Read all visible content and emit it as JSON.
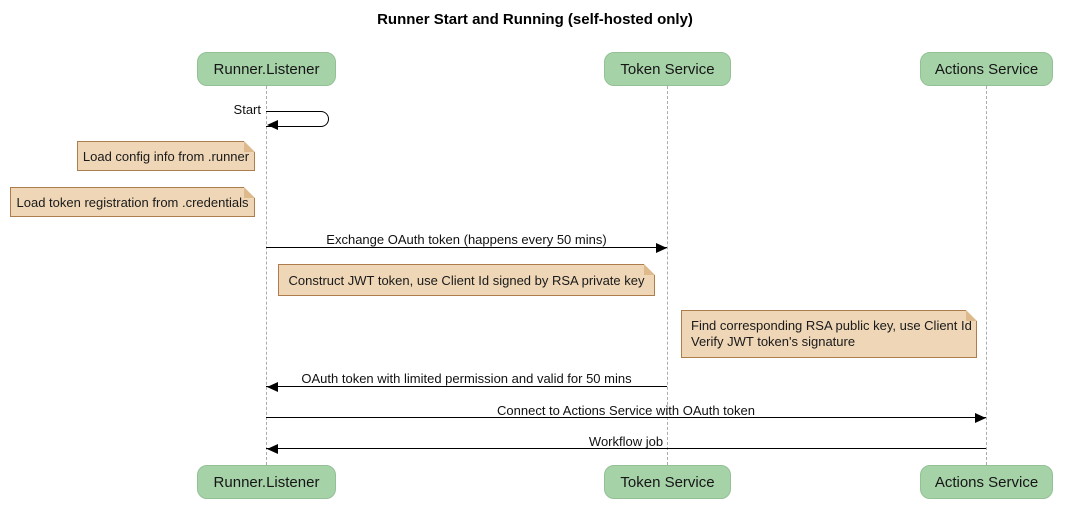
{
  "title": "Runner Start and Running (self-hosted only)",
  "participants": [
    {
      "label": "Runner.Listener"
    },
    {
      "label": "Token Service"
    },
    {
      "label": "Actions Service"
    }
  ],
  "self_message": {
    "label": "Start",
    "on": "Runner.Listener"
  },
  "notes": [
    {
      "text": "Load config info from .runner",
      "position": "left of Runner.Listener"
    },
    {
      "text": "Load token registration from .credentials",
      "position": "left of Runner.Listener"
    },
    {
      "text": "Construct JWT token, use Client Id signed by RSA private key",
      "position": "between Runner.Listener and Token Service"
    },
    {
      "line1": "Find corresponding RSA public key, use Client Id",
      "line2": "Verify JWT token's signature",
      "position": "between Token Service and Actions Service"
    }
  ],
  "messages": [
    {
      "label": "Exchange OAuth token (happens every 50 mins)",
      "from": "Runner.Listener",
      "to": "Token Service",
      "direction": "right"
    },
    {
      "label": "OAuth token with limited permission and valid for 50 mins",
      "from": "Token Service",
      "to": "Runner.Listener",
      "direction": "left"
    },
    {
      "label": "Connect to Actions Service with OAuth token",
      "from": "Runner.Listener",
      "to": "Actions Service",
      "direction": "right"
    },
    {
      "label": "Workflow job",
      "from": "Actions Service",
      "to": "Runner.Listener",
      "direction": "left"
    }
  ],
  "colors": {
    "participant_fill": "#a6d2a8",
    "participant_border": "#93c095",
    "note_fill": "#eed6b7",
    "note_border": "#ad7d4d",
    "note_fold": "#ddb98c",
    "lifeline_color": "#ababab",
    "line_color": "#000000"
  }
}
